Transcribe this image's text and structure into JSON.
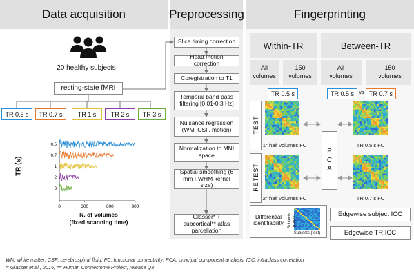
{
  "headers": {
    "data_acquisition": "Data acquisition",
    "preprocessing": "Preprocessing",
    "fingerprinting": "Fingerprinting"
  },
  "acquisition": {
    "subjects": "20 healthy subjects",
    "scan": "resting-state fMRI",
    "tr_boxes": [
      {
        "label": "TR 0.5 s",
        "color": "#2b8fd6"
      },
      {
        "label": "TR 0.7 s",
        "color": "#e8782a"
      },
      {
        "label": "TR 1 s",
        "color": "#e3c23a"
      },
      {
        "label": "TR 2 s",
        "color": "#8e3da6"
      },
      {
        "label": "TR 3 s",
        "color": "#6cae3e"
      }
    ]
  },
  "chart_data": {
    "type": "line",
    "ylabel": "TR (s)",
    "xlabel": "N. of volumes",
    "xlabel2": "(fixed scanning time)",
    "xticks": [
      "0",
      "300",
      "600",
      "900"
    ],
    "yticks": [
      "0.5",
      "0.7",
      "1",
      "2",
      "3"
    ],
    "xlim": [
      0,
      900
    ],
    "series": [
      {
        "tr": "0.5",
        "n_volumes": 900,
        "color": "#2b8fd6"
      },
      {
        "tr": "0.7",
        "n_volumes": 643,
        "color": "#e8782a"
      },
      {
        "tr": "1",
        "n_volumes": 450,
        "color": "#e3c23a"
      },
      {
        "tr": "2",
        "n_volumes": 225,
        "color": "#8e3da6"
      },
      {
        "tr": "3",
        "n_volumes": 150,
        "color": "#6cae3e"
      }
    ]
  },
  "preprocessing": {
    "steps": [
      "Slice timing correction",
      "Head motion correction",
      "Coregistration to T1",
      "Temporal band-pass filtering [0.01-0.3 Hz]",
      "Nuisance regression (WM, CSF, motion)",
      "Normalization to MNI space",
      "Spatial smoothing (6 mm FWHM kernel size)",
      "Glasser* + subcortical** atlas parcellation"
    ]
  },
  "fingerprinting": {
    "within_tr": "Within-TR",
    "between_tr": "Between-TR",
    "all_volumes": "All volumes",
    "vol150": "150 volumes",
    "tr05": "TR 0.5 s",
    "tr07": "TR 0.7 s",
    "ellipsis": "...",
    "vs": "vs",
    "test": "TEST",
    "retest": "RETEST",
    "pca": "PCA",
    "first_half": "1° half volumes FC",
    "second_half": "2° half volumes FC",
    "tr05_fc": "TR 0.5 s FC",
    "tr07_fc": "TR 0.7 s FC",
    "differential": "Differential identifiability",
    "subjects_retest": "Subjects (retest)",
    "subjects_test": "Subjects (test)",
    "edgewise_subject": "Edgewise subject ICC",
    "edgewise_tr": "Edgewise TR ICC"
  },
  "footnotes": {
    "line1": "WM: white matter; CSF: cerebrospinal fluid; FC: functional connectivity; PCA: principal component analysis; ICC: intraclass correlation",
    "line2": "*: Glasser et al., 2016; **: Human Connectome Project, release Q3"
  },
  "colors": {
    "header_bg": "#e0e0e0",
    "tr05": "#2b8fd6",
    "tr07": "#e8782a",
    "tr1": "#e3c23a",
    "tr2": "#8e3da6",
    "tr3": "#6cae3e"
  }
}
